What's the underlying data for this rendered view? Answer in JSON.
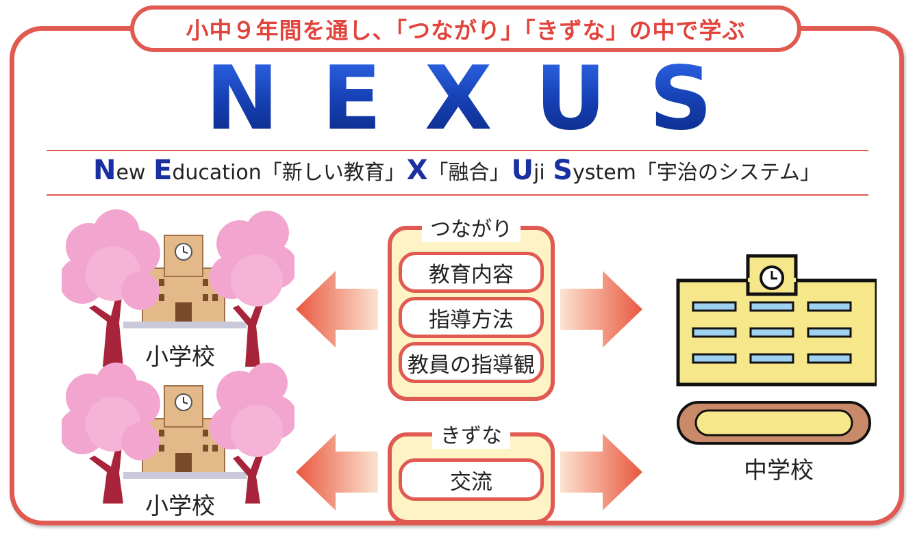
{
  "header": {
    "subtitle": "小中９年間を通し、「つながり」「きずな」の中で学ぶ"
  },
  "title": {
    "letters": [
      "N",
      "E",
      "X",
      "U",
      "S"
    ]
  },
  "expansion": [
    {
      "initial": "N",
      "rest": "ew "
    },
    {
      "initial": "E",
      "rest": "ducation「新しい教育」"
    },
    {
      "initial": "X",
      "rest": "「融合」"
    },
    {
      "initial": "U",
      "rest": "ji "
    },
    {
      "initial": "S",
      "rest": "ystem「宇治のシステム」"
    }
  ],
  "connection_panel": {
    "label": "つながり",
    "items": [
      "教育内容",
      "指導方法",
      "教員の指導観"
    ]
  },
  "bond_panel": {
    "label": "きずな",
    "items": [
      "交流"
    ]
  },
  "schools": {
    "elementary_top": "小学校",
    "elementary_bottom": "小学校",
    "junior_high": "中学校"
  },
  "colors": {
    "frame": "#e05a52",
    "title_blue": "#1640b4",
    "panel_fill": "#fdf3c4",
    "blossom": "#f2a6cf",
    "trunk": "#a8243a",
    "building": "#f6e88a"
  }
}
